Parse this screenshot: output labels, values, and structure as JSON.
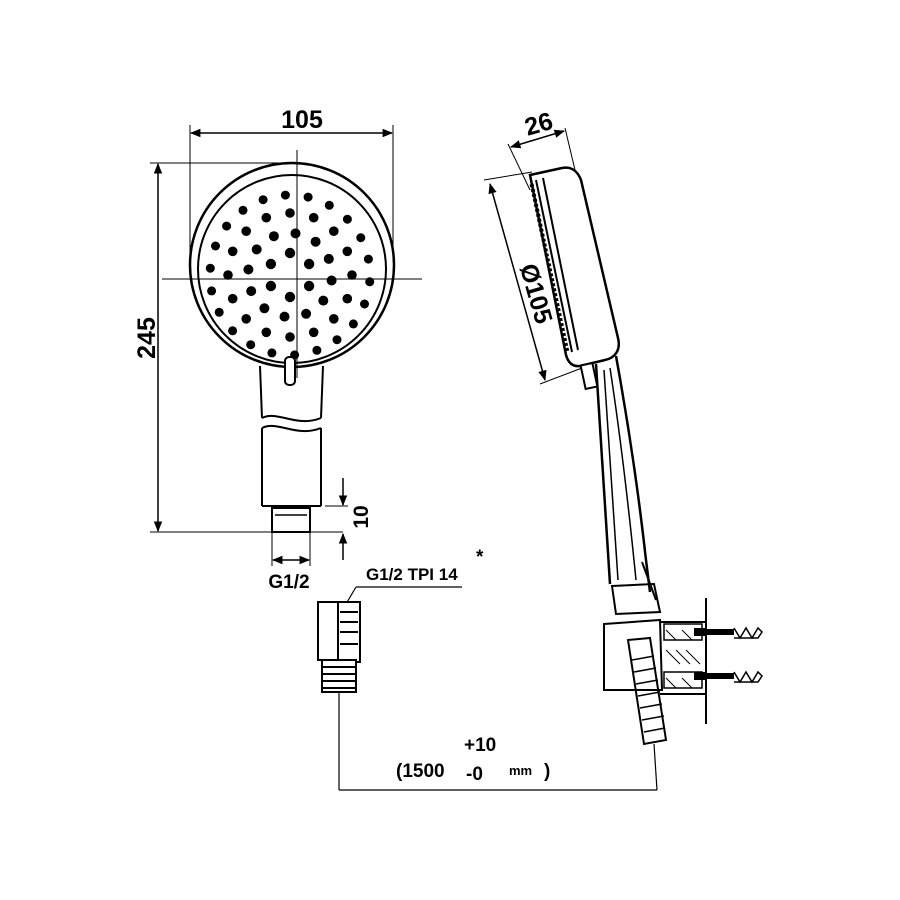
{
  "dimensions": {
    "head_width": "105",
    "total_height": "245",
    "thread_length": "10",
    "connector_thread": "G1/2",
    "hose_thread": "G1/2 TPI 14",
    "hose_thread_note_mark": "*",
    "head_depth": "26",
    "head_diameter": "Ø105"
  },
  "hose_length": {
    "tolerance_plus": "+10",
    "open_paren": "(1500",
    "tolerance_minus": "-0",
    "unit": "mm",
    "close_paren": ")"
  }
}
